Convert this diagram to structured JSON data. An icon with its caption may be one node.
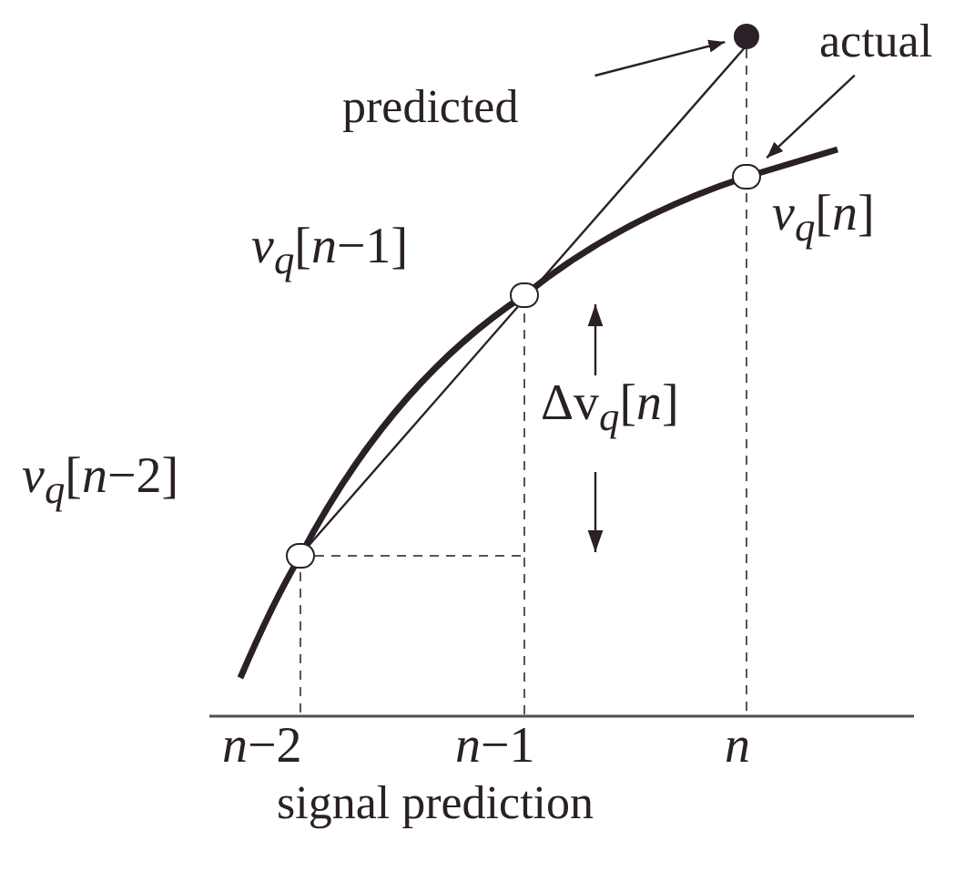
{
  "diagram": {
    "nodes": [
      {
        "text": [
          "predicted"
        ]
      },
      {
        "text": [],
        "shape": "circle"
      },
      {
        "text": [
          "actual"
        ]
      },
      {
        "text": [],
        "shape": "circle",
        "beside": [
          "*v*$_{q}$[*n*−2]"
        ]
      },
      {
        "text": [],
        "shape": "circle",
        "beside": [
          "*v*$_{q}$[*n*−1]"
        ]
      },
      {
        "text": [],
        "shape": "circle",
        "beside": [
          "*v*$_{q}$[*n*]"
        ]
      }
    ],
    "edges": [
      {
        "from": 0,
        "to": 1,
        "arrow": "to"
      },
      {
        "from": 2,
        "to": 5,
        "arrow": "to"
      },
      {
        "from": 1,
        "to": 5,
        "arrow": "none",
        "style": "dashed"
      },
      {
        "from": 3,
        "to": 4,
        "arrow": "none",
        "style": "dashed"
      }
    ],
    "labels": [
      "Δv$_{q}$[*n*]",
      "*n*−2",
      "*n*−1",
      "*n*",
      "signal prediction"
    ]
  }
}
